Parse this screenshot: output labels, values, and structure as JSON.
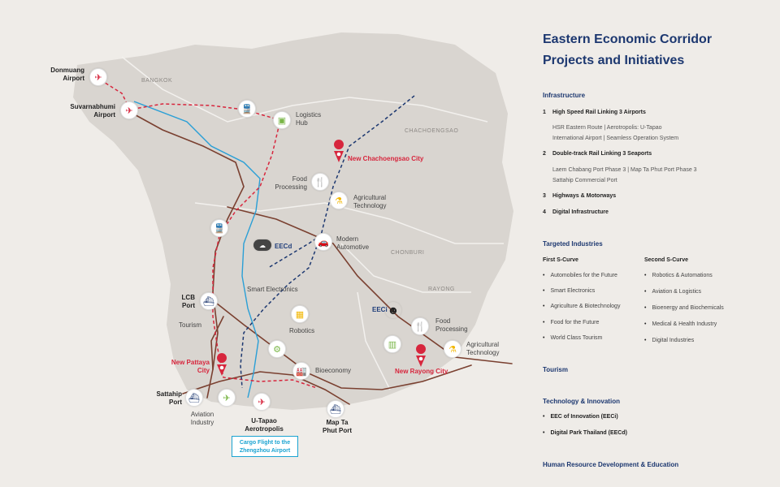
{
  "panel": {
    "title_line1": "Eastern Economic Corridor",
    "title_line2": "Projects and Initiatives",
    "infrastructure": {
      "heading": "Infrastructure",
      "items": [
        {
          "num": "1",
          "label": "High Speed Rail Linking 3 Airports"
        },
        {
          "num": "2",
          "label": "Double-track Rail Linking 3 Seaports"
        },
        {
          "num": "3",
          "label": "Highways & Motorways"
        },
        {
          "num": "4",
          "label": "Digital Infrastructure"
        }
      ],
      "item1_detail_line1": "HSR Eastern Route  |  Aerotropolis: U-Tapao",
      "item1_detail_line2": "International Airport  |  Seamless Operation System",
      "item2_detail_line1": "Laem Chabang Port Phase 3  |  Map Ta Phut Port Phase 3",
      "item2_detail_line2": "Sattahip Commercial Port"
    },
    "targeted": {
      "heading": "Targeted Industries",
      "first_heading": "First S-Curve",
      "first": [
        "Automobiles for the Future",
        "Smart Electronics",
        "Agriculture & Biotechnology",
        "Food for the Future",
        "World Class Tourism"
      ],
      "second_heading": "Second S-Curve",
      "second": [
        "Robotics & Automations",
        "Aviation & Logistics",
        "Bioenergy and Biochemicals",
        "Medical & Health Industry",
        "Digital Industries"
      ]
    },
    "tourism": "Tourism",
    "tech": {
      "heading": "Technology & Innovation",
      "items": [
        "EEC of Innovation (EECi)",
        "Digital Park Thailand (EECd)"
      ]
    },
    "hr": "Human Resource Development & Education"
  },
  "map": {
    "provinces": {
      "bangkok": "BANGKOK",
      "chachoengsao": "CHACHOENGSAO",
      "chonburi": "CHONBURI",
      "rayong": "RAYONG"
    },
    "labels": {
      "donmuang": [
        "Donmuang",
        "Airport"
      ],
      "suvarnabhumi": [
        "Suvarnabhumi",
        "Airport"
      ],
      "logistics": [
        "Logistics",
        "Hub"
      ],
      "food1": [
        "Food",
        "Processing"
      ],
      "agri1": [
        "Agricultural",
        "Technology"
      ],
      "auto": [
        "Modern",
        "Automotive"
      ],
      "eecd": "EECd",
      "smart": "Smart Electronics",
      "lcb": [
        "LCB",
        "Port"
      ],
      "tourism": "Tourism",
      "robotics": "Robotics",
      "eeci": "EECi",
      "food2": [
        "Food",
        "Processing"
      ],
      "agri2": [
        "Agricultural",
        "Technology"
      ],
      "bioeconomy": "Bioeconomy",
      "sattahip": [
        "Sattahip",
        "Port"
      ],
      "aviation": [
        "Aviation",
        "Industry"
      ],
      "utapao": [
        "U-Tapao",
        "Aerotropolis"
      ],
      "maptaphut": [
        "Map Ta",
        "Phut Port"
      ],
      "cargo": [
        "Cargo Flight to the",
        "Zhengzhou Airport"
      ],
      "new_chachoengsao": "New Chachoengsao City",
      "new_pattaya": [
        "New Pattaya",
        "City"
      ],
      "new_rayong": "New Rayong City"
    },
    "colors": {
      "land": "#d9d5d0",
      "rail": "#d7263d",
      "dblrail": "#1d3870",
      "road": "#7a4030",
      "river": "#2a9fd6",
      "title": "#1d3870"
    }
  }
}
